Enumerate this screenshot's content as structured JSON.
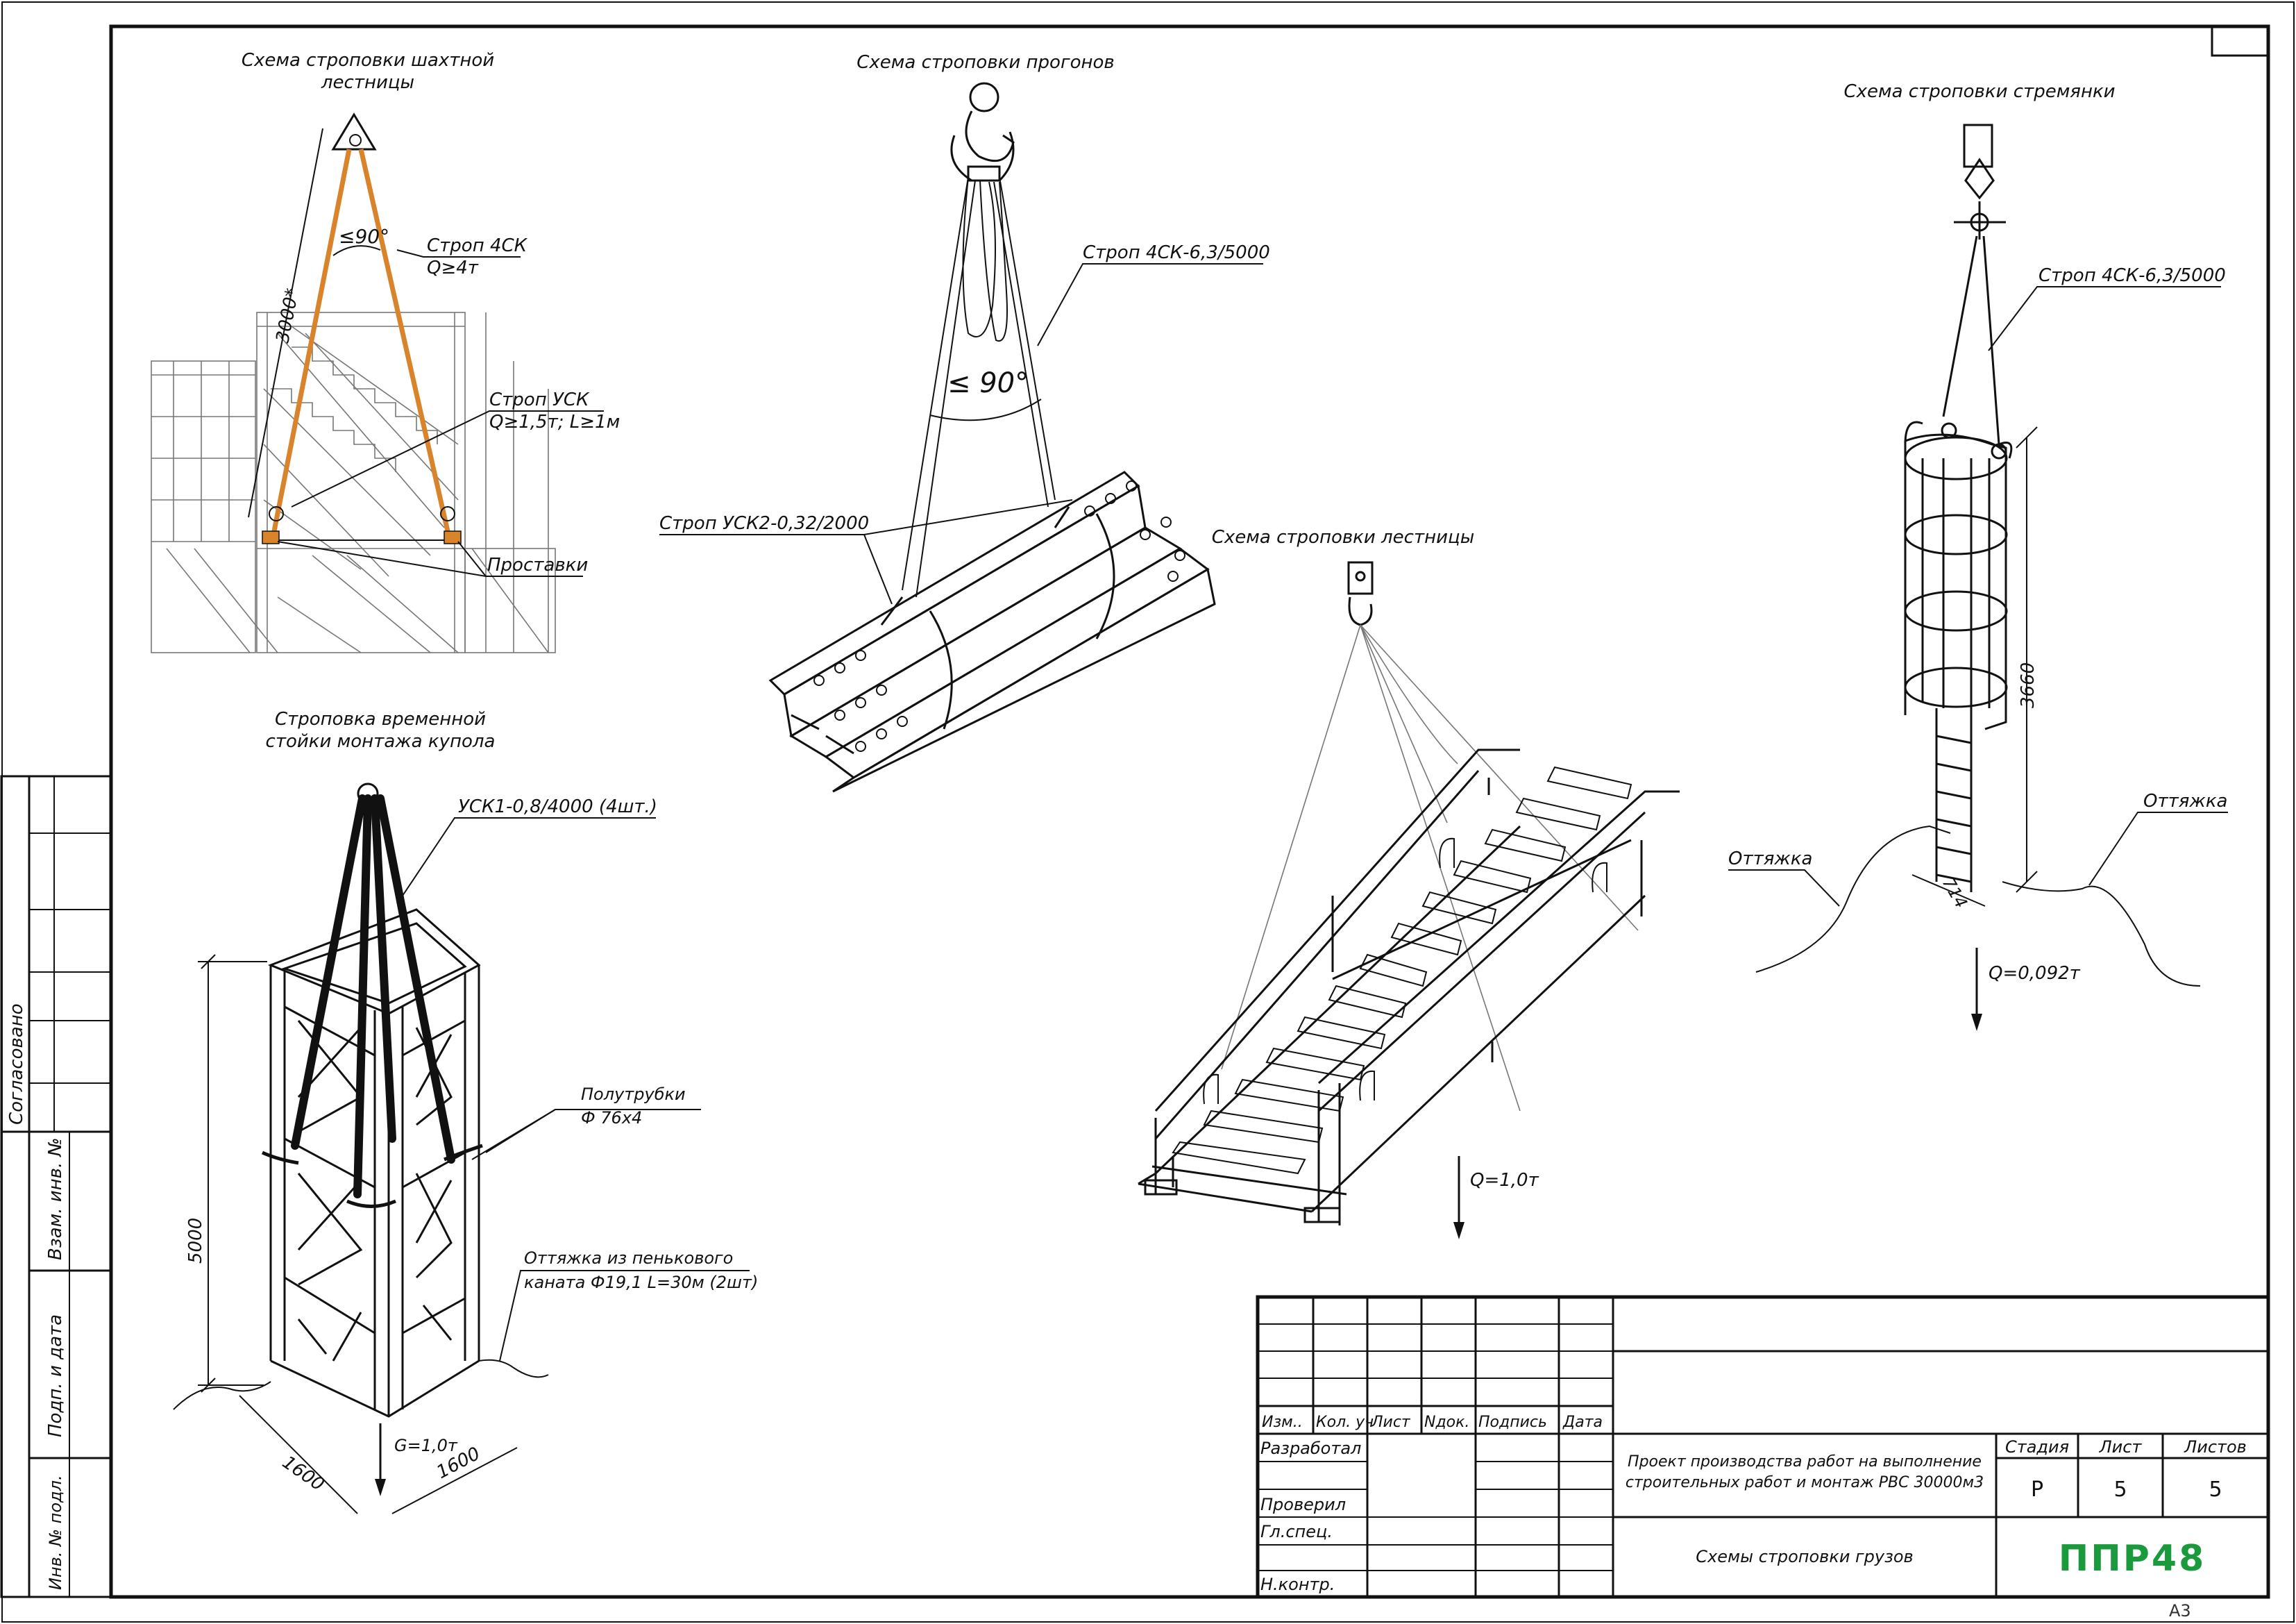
{
  "drawing": {
    "shaft_ladder": {
      "title_line1": "Схема строповки шахтной",
      "title_line2": "лестницы",
      "angle": "≤90°",
      "length": "3000*",
      "sling1_name": "Строп 4СК",
      "sling1_load": "Q≥4т",
      "sling2_name": "Строп УСК",
      "sling2_load": "Q≥1,5т; L≥1м",
      "spacers": "Проставки"
    },
    "purlins": {
      "title": "Схема строповки прогонов",
      "sling1": "Строп 4СК-6,3/5000",
      "sling2": "Строп УСК2-0,32/2000",
      "angle": "≤ 90°"
    },
    "stepladder": {
      "title": "Схема строповки стремянки",
      "sling": "Строп 4СК-6,3/5000",
      "height": "3660",
      "width": "714",
      "guy_left": "Оттяжка",
      "guy_right": "Оттяжка",
      "load": "Q=0,092т"
    },
    "ladder": {
      "title": "Схема строповки лестницы",
      "load": "Q=1,0т"
    },
    "dome_post": {
      "title_line1": "Строповка временной",
      "title_line2": "стойки монтажа купола",
      "sling": "УСК1-0,8/4000 (4шт.)",
      "half_pipes_line1": "Полутрубки",
      "half_pipes_line2": "Ф 76х4",
      "guy_line1": "Оттяжка из пенькового",
      "guy_line2": "каната Ф19,1 L=30м (2шт)",
      "height": "5000",
      "side_a": "1600",
      "side_b": "1600",
      "load": "G=1,0т"
    }
  },
  "side_stamp": {
    "approved": "Согласовано",
    "ref_no": "Взам. инв. №",
    "sign_date": "Подп. и дата",
    "inv_no": "Инв. № подл."
  },
  "title_block": {
    "headers": [
      "Изм..",
      "Кол. уч",
      "Лист",
      "Nдок.",
      "Подпись",
      "Дата"
    ],
    "roles": [
      "Разработал",
      "Проверил",
      "Гл.спец.",
      "Н.контр."
    ],
    "project_line1": "Проект производства работ на выполнение",
    "project_line2": "строительных работ и монтаж РВС 30000м3",
    "sheet_title": "Схемы строповки грузов",
    "stage_label": "Стадия",
    "sheet_label": "Лист",
    "sheets_label": "Листов",
    "stage": "Р",
    "sheet": "5",
    "sheets": "5",
    "logo": "ППР48",
    "format": "А3"
  },
  "colors": {
    "logo": "#1a9a3c",
    "sling_orange": "#d9832b"
  }
}
